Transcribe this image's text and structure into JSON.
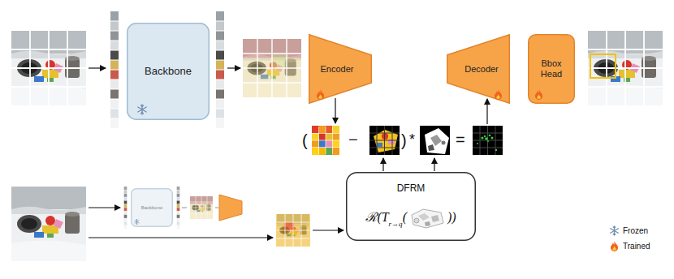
{
  "diagram": {
    "nodes": [
      {
        "text": [
          "Backbone"
        ]
      },
      {
        "text": [
          "Encoder"
        ]
      },
      {
        "text": [
          "Decoder"
        ]
      },
      {
        "text": [
          "Bbox Head"
        ]
      },
      {
        "text": [
          "DFRM",
          "ℛ(T",
          "r→q",
          "(",
          "))"
        ]
      },
      {
        "text": [
          "Backbone"
        ]
      }
    ],
    "labels": [
      "(",
      "−",
      ")",
      "*",
      "="
    ],
    "legend": [
      {
        "text": "Frozen"
      },
      {
        "text": "Trained"
      }
    ]
  }
}
